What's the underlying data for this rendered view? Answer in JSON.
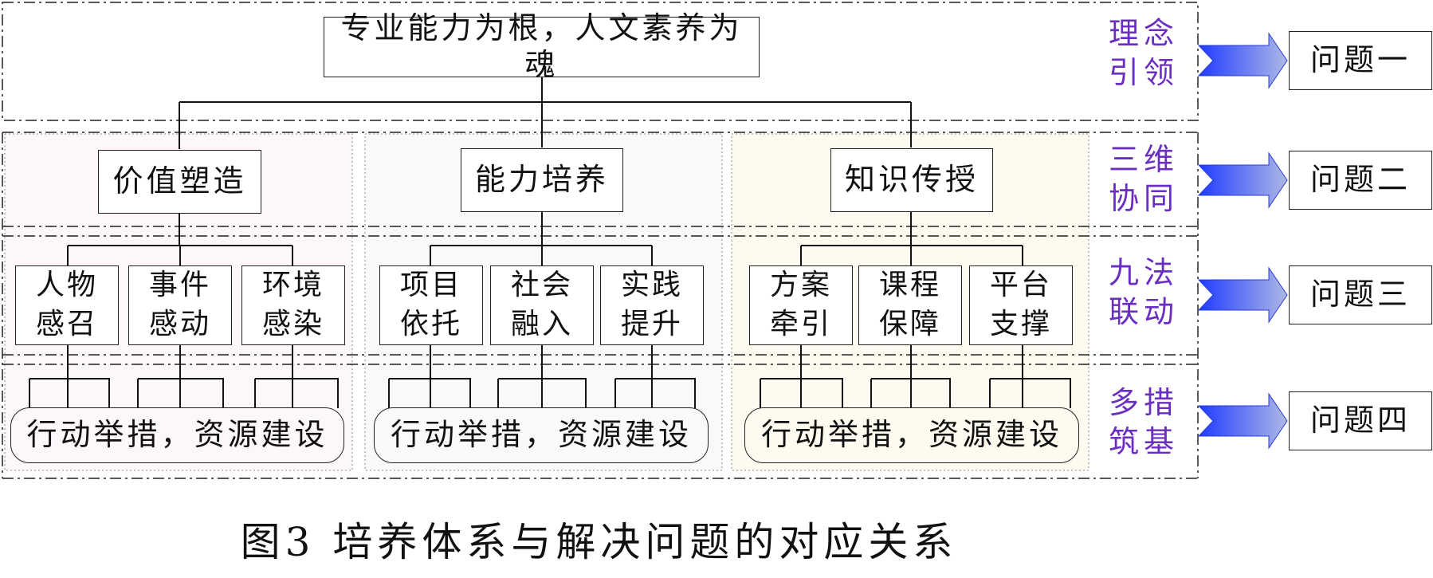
{
  "root": "专业能力为根，人文素养为魂",
  "level2": [
    "价值塑造",
    "能力培养",
    "知识传授"
  ],
  "level3": [
    [
      "人物\n感召",
      "事件\n感动",
      "环境\n感染"
    ],
    [
      "项目\n依托",
      "社会\n融入",
      "实践\n提升"
    ],
    [
      "方案\n牵引",
      "课程\n保障",
      "平台\n支撑"
    ]
  ],
  "foundation": [
    "行动举措，资源建设",
    "行动举措，资源建设",
    "行动举措，资源建设"
  ],
  "row_labels": [
    "理念\n引领",
    "三维\n协同",
    "九法\n联动",
    "多措\n筑基"
  ],
  "problems": [
    "问题一",
    "问题二",
    "问题三",
    "问题四"
  ],
  "caption": "图3 培养体系与解决问题的对应关系",
  "colors": {
    "label": "#6a2fc0",
    "arrow_dark": "#1f3bff",
    "arrow_light": "#aeb8e6",
    "col1_bg": "#fdf6fb",
    "col2_bg": "#f8faf9",
    "col3_bg": "#fdfbef"
  }
}
